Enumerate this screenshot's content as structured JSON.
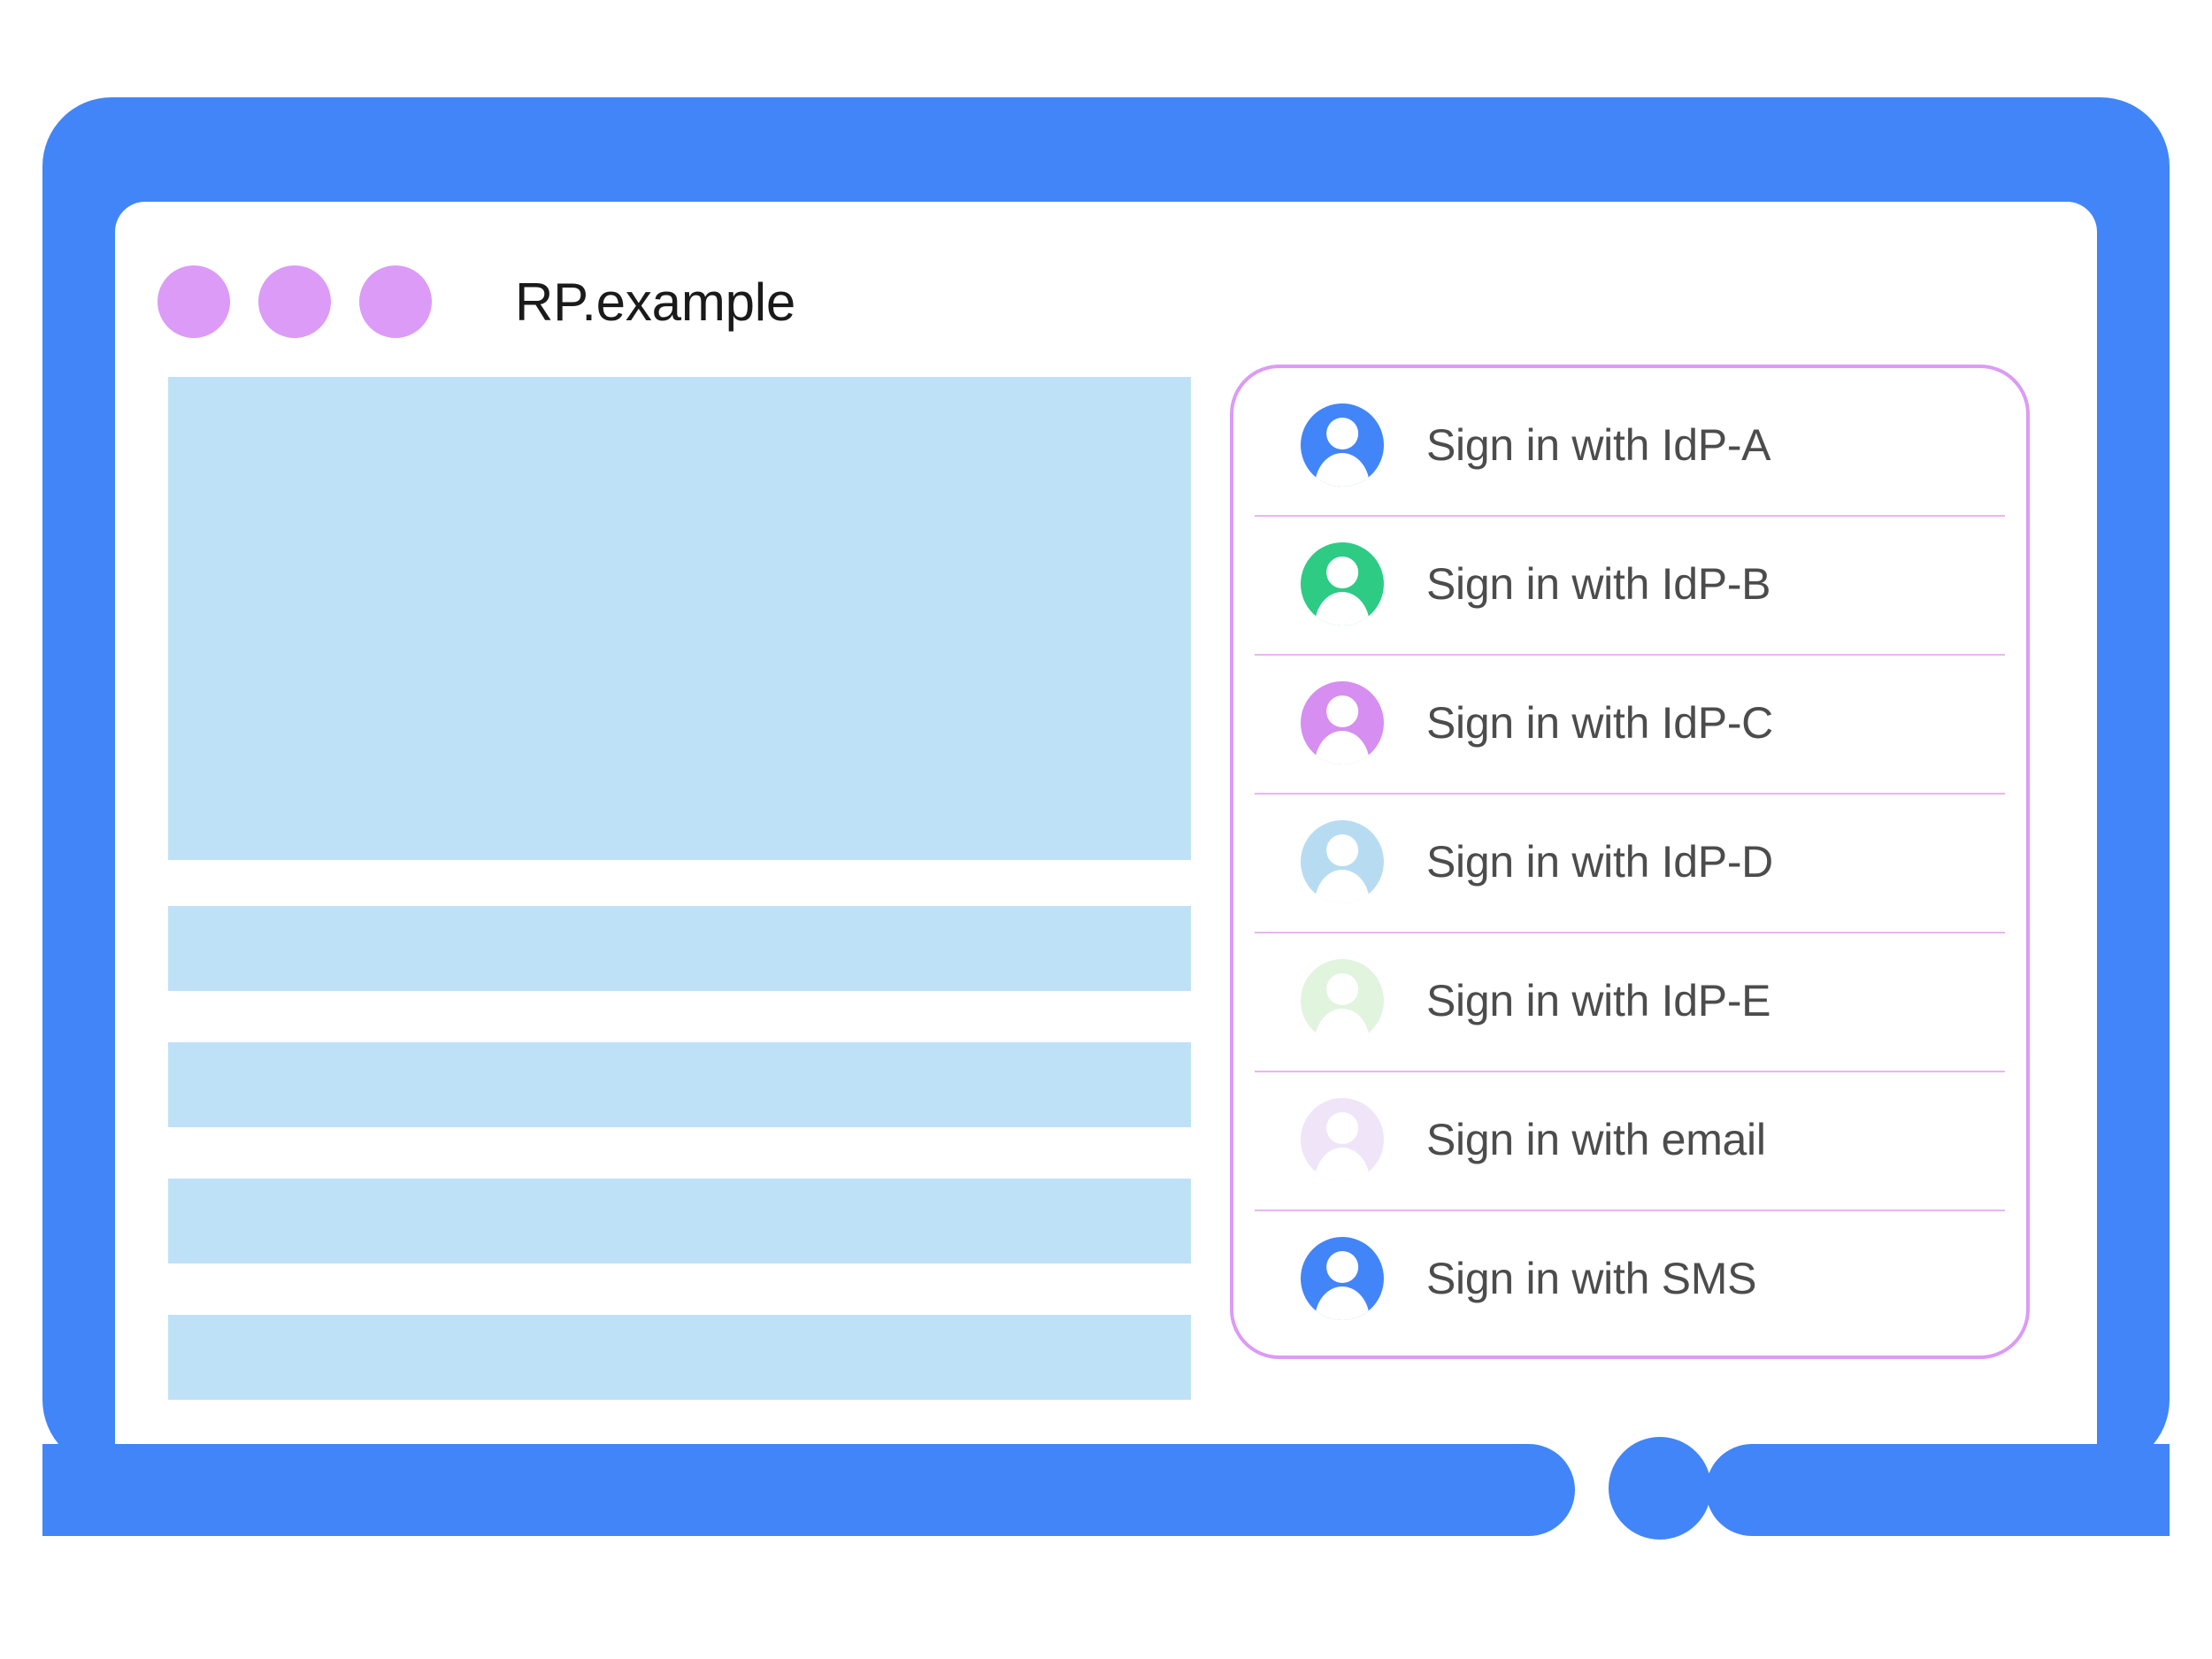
{
  "window": {
    "title": "RP.example",
    "dots": [
      {
        "name": "window-dot-1",
        "color": "#db9bf6"
      },
      {
        "name": "window-dot-2",
        "color": "#db9bf6"
      },
      {
        "name": "window-dot-3",
        "color": "#db9bf6"
      }
    ]
  },
  "theme": {
    "device_frame": "#4285f8",
    "content_block": "#bfe1f8",
    "card_border": "#dc9bf4",
    "row_separator": "#e6b7ef",
    "label_text": "#4c4c4c",
    "title_text": "#1a1a1a",
    "page_background": "#ffffff"
  },
  "content_blocks": [
    {
      "name": "hero-block",
      "kind": "hero"
    },
    {
      "name": "text-block-1",
      "kind": "bar"
    },
    {
      "name": "text-block-2",
      "kind": "bar"
    },
    {
      "name": "text-block-3",
      "kind": "bar"
    },
    {
      "name": "text-block-4",
      "kind": "bar"
    }
  ],
  "signin_card": {
    "options": [
      {
        "label": "Sign in with IdP-A",
        "icon": "account-avatar-icon",
        "avatar_color": "#4285f8"
      },
      {
        "label": "Sign in with IdP-B",
        "icon": "account-avatar-icon",
        "avatar_color": "#2ecb85"
      },
      {
        "label": "Sign in with IdP-C",
        "icon": "account-avatar-icon",
        "avatar_color": "#d68ef0"
      },
      {
        "label": "Sign in with IdP-D",
        "icon": "account-avatar-icon",
        "avatar_color": "#b7dcf2"
      },
      {
        "label": "Sign in with IdP-E",
        "icon": "account-avatar-icon",
        "avatar_color": "#e0f4de"
      },
      {
        "label": "Sign in with email",
        "icon": "account-avatar-icon",
        "avatar_color": "#f0e4f8"
      },
      {
        "label": "Sign in with SMS",
        "icon": "account-avatar-icon",
        "avatar_color": "#4285f8"
      }
    ]
  },
  "device": {
    "home_button": "home-button"
  }
}
